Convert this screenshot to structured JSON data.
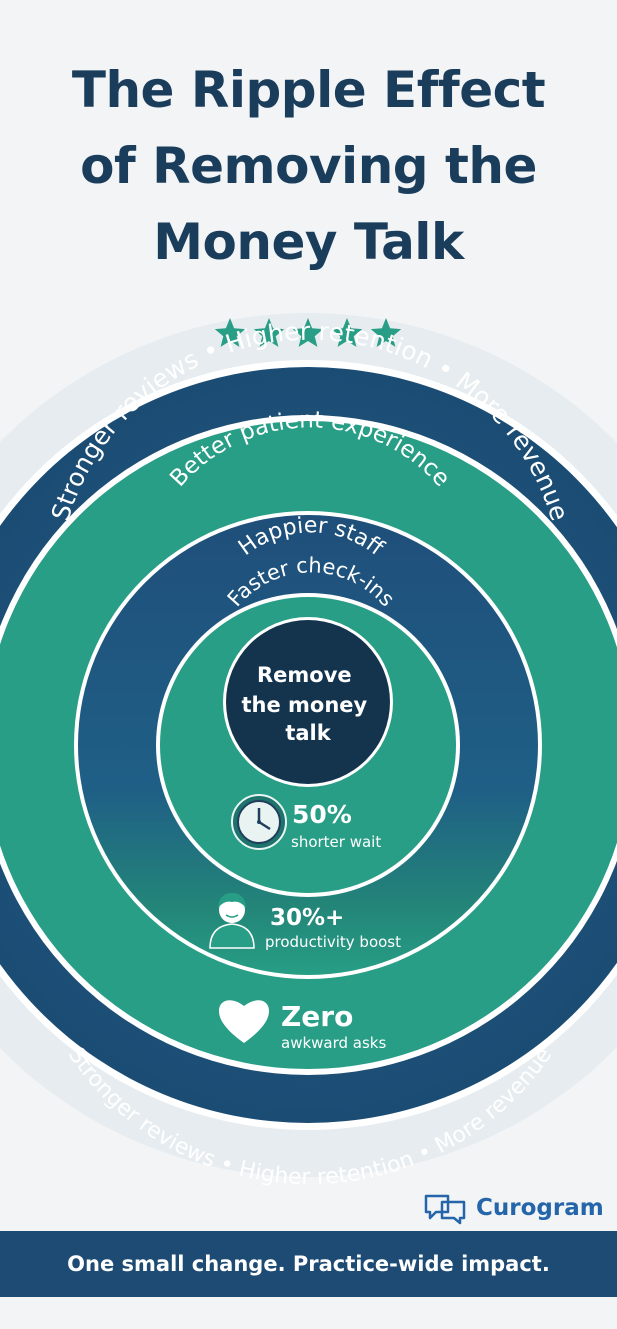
{
  "title": {
    "line1": "The Ripple Effect",
    "line2": "of Removing the",
    "line3": "Money Talk"
  },
  "rings": {
    "outer_top": "Stronger reviews • Higher retention • More revenue",
    "outer_bottom": "Stronger reviews • Higher retention • More revenue",
    "ring2": "Better patient experience",
    "ring3": "Happier staff",
    "ring4": "Faster check-ins",
    "center": [
      "Remove",
      "the money",
      "talk"
    ]
  },
  "stats": [
    {
      "value": "50%",
      "label": "shorter wait",
      "icon": "clock-icon"
    },
    {
      "value": "30%+",
      "label": "productivity boost",
      "icon": "staff-icon"
    },
    {
      "value": "Zero",
      "label": "awkward asks",
      "icon": "heart-icon"
    }
  ],
  "rating": {
    "stars": 5,
    "icon": "star-icon"
  },
  "brand": {
    "name": "Curogram",
    "icon": "chat-bubbles-icon"
  },
  "footer": "One small change. Practice-wide impact.",
  "colors": {
    "navy": "#1d4b74",
    "teal": "#279e85",
    "dark_center": "#14344e",
    "title": "#1b3d5c",
    "brand_blue": "#2466a9",
    "background": "#f2f4f5"
  }
}
